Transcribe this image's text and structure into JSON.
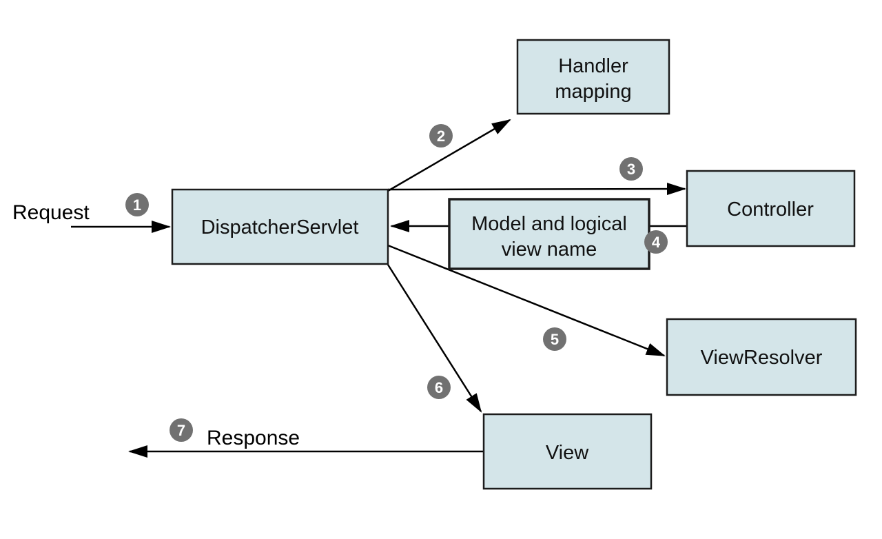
{
  "nodes": {
    "handler_mapping": {
      "line1": "Handler",
      "line2": "mapping"
    },
    "dispatcher_servlet": {
      "label": "DispatcherServlet"
    },
    "model_and_view": {
      "line1": "Model and logical",
      "line2": "view name"
    },
    "controller": {
      "label": "Controller"
    },
    "view_resolver": {
      "label": "ViewResolver"
    },
    "view": {
      "label": "View"
    }
  },
  "labels": {
    "request": "Request",
    "response": "Response"
  },
  "steps": [
    "1",
    "2",
    "3",
    "4",
    "5",
    "6",
    "7"
  ],
  "colors": {
    "background": "#ffffff",
    "box_fill": "#d4e5e9",
    "box_border": "#1c1c1c",
    "arrow": "#000000",
    "step_circle_fill": "#717171",
    "step_number": "#ffffff"
  }
}
